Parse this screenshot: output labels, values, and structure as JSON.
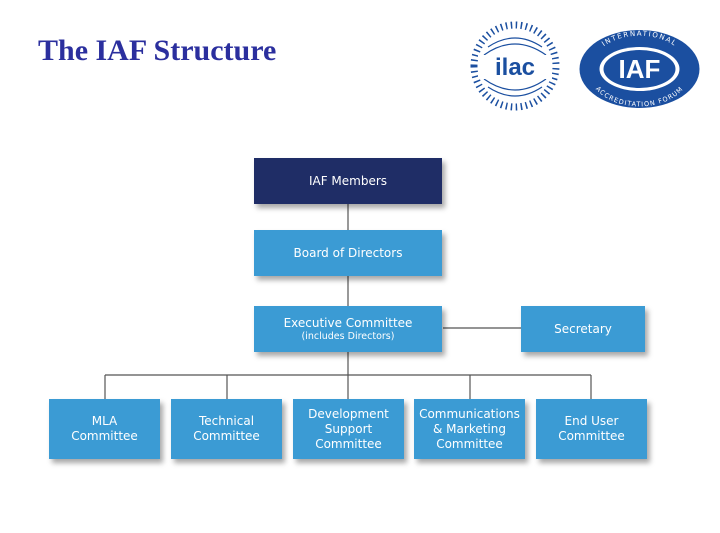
{
  "title": "The IAF Structure",
  "logos": {
    "ilac": {
      "text": "ilac"
    },
    "iaf": {
      "text": "IAF",
      "ring_text": "INTERNATIONAL ACCREDITATION FORUM"
    }
  },
  "org_chart": {
    "members": "IAF Members",
    "board": "Board of Directors",
    "executive": {
      "name": "Executive Committee",
      "note": "(includes Directors)"
    },
    "secretary": "Secretary",
    "committees": [
      {
        "lines": [
          "MLA",
          "Committee"
        ]
      },
      {
        "lines": [
          "Technical",
          "Committee"
        ]
      },
      {
        "lines": [
          "Development",
          "Support",
          "Committee"
        ]
      },
      {
        "lines": [
          "Communications",
          "& Marketing",
          "Committee"
        ]
      },
      {
        "lines": [
          "End User",
          "Committee"
        ]
      }
    ]
  },
  "colors": {
    "title": "#2b2f9e",
    "top_box": "#1f2d66",
    "box": "#3b9bd4",
    "connector": "#555555",
    "logo_blue": "#1b4fa0"
  }
}
